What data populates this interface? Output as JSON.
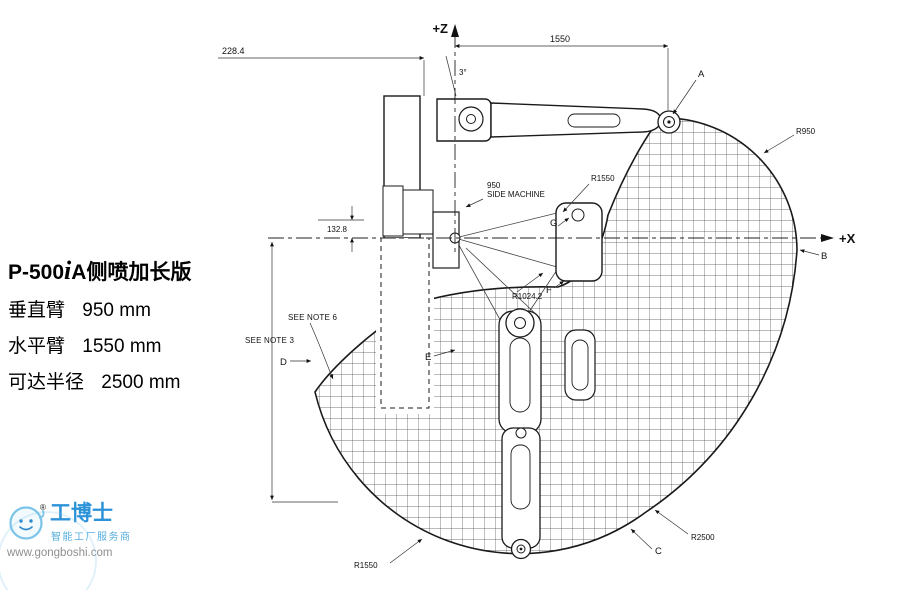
{
  "left_panel": {
    "title_prefix": "P-500",
    "title_i": "i",
    "title_suffix": "A侧喷加长版",
    "specs": [
      {
        "label": "垂直臂",
        "value": "950 mm"
      },
      {
        "label": "水平臂",
        "value": "1550 mm"
      },
      {
        "label": "可达半径",
        "value": "2500 mm"
      }
    ]
  },
  "diagram": {
    "axes": {
      "z": "+Z",
      "x": "+X"
    },
    "dims": {
      "offset_top": "228.4",
      "arm_horizontal": "1550",
      "tilt_angle": "3°",
      "offset_side": "132.8",
      "side_machine_value": "950",
      "side_machine_label": "SIDE MACHINE",
      "radius_wrist_upper": "R1550",
      "radius_inner": "R1024.2",
      "radius_top": "R950",
      "radius_reach": "R2500",
      "radius_bottom": "R1550"
    },
    "points": {
      "a": "A",
      "b": "B",
      "c": "C",
      "d": "D",
      "e": "E",
      "f": "F",
      "g": "G"
    },
    "notes": {
      "note6": "SEE NOTE 6",
      "note3": "SEE NOTE 3"
    }
  },
  "watermark": {
    "registered": "®",
    "name": "工博士",
    "subtitle": "智能工厂服务商",
    "url": "www.gongboshi.com"
  },
  "colors": {
    "line": "#1a1a1a",
    "brand_blue": "#2d93d8",
    "light_blue": "#7cc4e8",
    "url_gray": "#8f8f8f"
  }
}
